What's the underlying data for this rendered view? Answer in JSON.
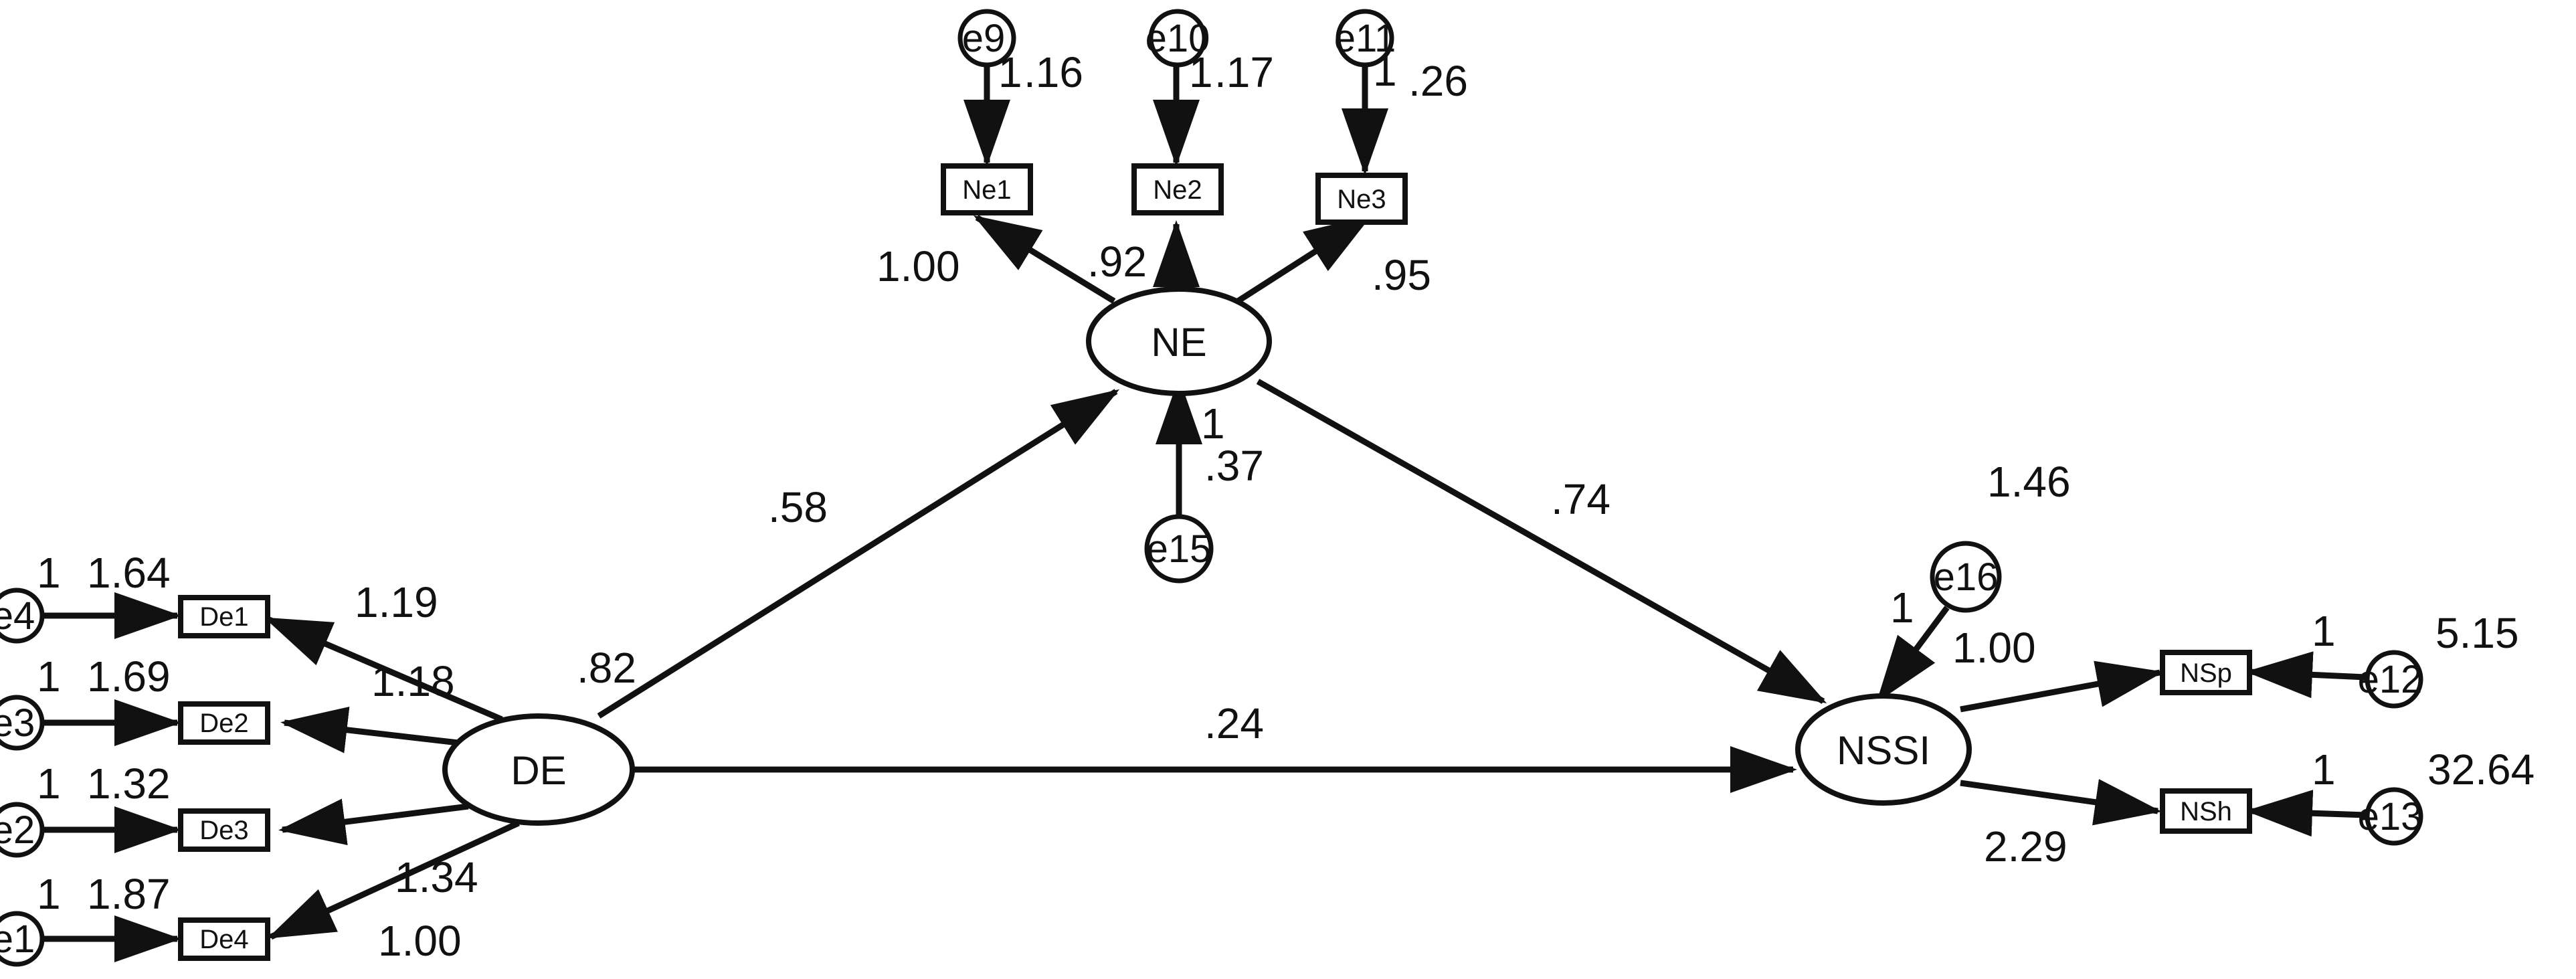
{
  "colors": {
    "ink": "#111111",
    "background": "#ffffff"
  },
  "latent": {
    "DE": "DE",
    "NE": "NE",
    "NSSI": "NSSI"
  },
  "observed": {
    "De1": "De1",
    "De2": "De2",
    "De3": "De3",
    "De4": "De4",
    "Ne1": "Ne1",
    "Ne2": "Ne2",
    "Ne3": "Ne3",
    "NSp": "NSp",
    "NSh": "NSh"
  },
  "errors": {
    "e1": "e1",
    "e2": "e2",
    "e3": "e3",
    "e4": "e4",
    "e9": "e9",
    "e10": "e10",
    "e11": "e11",
    "e12": "e12",
    "e13": "e13",
    "e15": "e15",
    "e16": "e16"
  },
  "structural_paths": {
    "de_ne": ".58",
    "ne_nssi": ".74",
    "de_nssi": ".24"
  },
  "variances": {
    "de": ".82",
    "ne_residual": ".37",
    "nssi_residual": "1.46"
  },
  "loadings": {
    "de1": "1.19",
    "de2": "1.18",
    "de3": "1.34",
    "de4": "1.00",
    "ne1": "1.00",
    "ne2": ".92",
    "ne3": ".95",
    "nsp": "1.00",
    "nsh": "2.29"
  },
  "error_variances": {
    "e1": "1.87",
    "e2": "1.32",
    "e3": "1.69",
    "e4": "1.64",
    "e9": ".16",
    "e10": ".17",
    "e11": ".26",
    "e12": "5.15",
    "e13": "32.64"
  },
  "fixed_weights": {
    "e1": "1",
    "e2": "1",
    "e3": "1",
    "e4": "1",
    "e9": "1",
    "e10": "1",
    "e11": "1",
    "e12": "1",
    "e13": "1",
    "e15": "1",
    "e16": "1"
  }
}
